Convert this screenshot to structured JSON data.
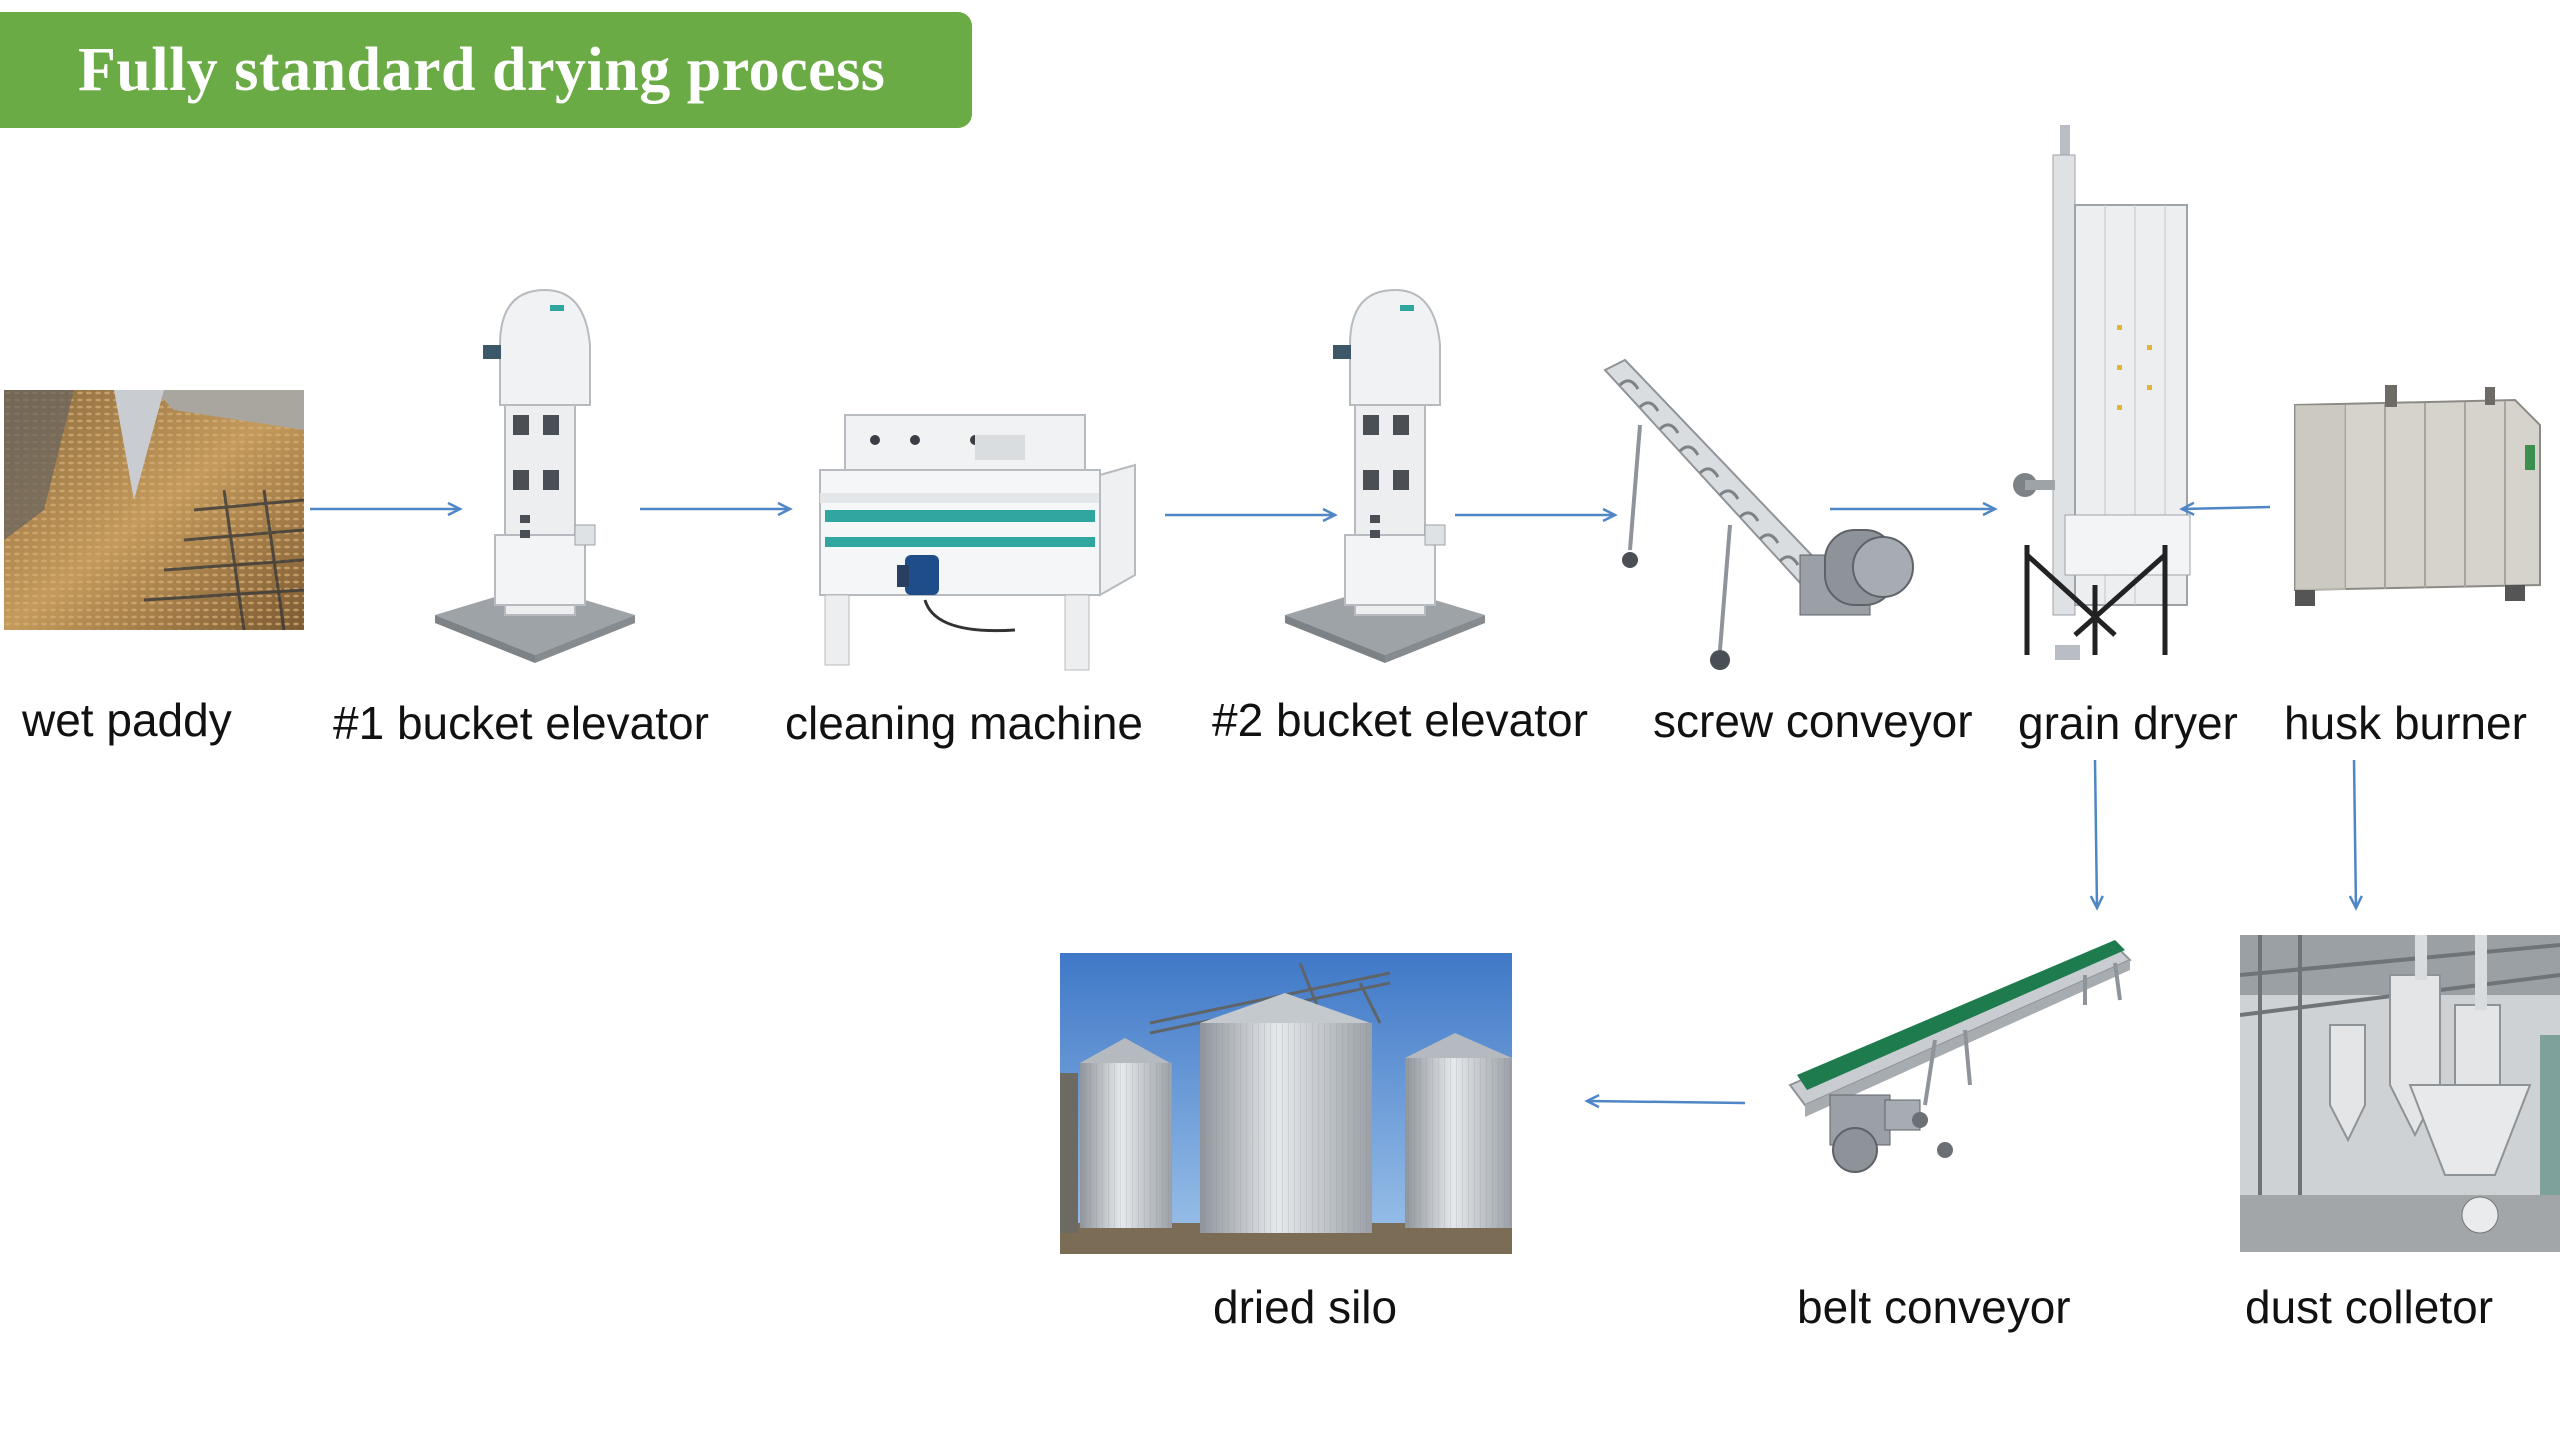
{
  "title": "Fully standard drying process",
  "colors": {
    "banner": "#6aab45",
    "arrow": "#4f86c6",
    "machine_white": "#f1f2f3",
    "machine_teal": "#2fa7a0",
    "steel": "#b9bec4"
  },
  "steps": {
    "wet_paddy": "wet paddy",
    "bucket_elevator_1": "#1 bucket elevator",
    "cleaning_machine": "cleaning machine",
    "bucket_elevator_2": "#2 bucket elevator",
    "screw_conveyor": "screw conveyor",
    "grain_dryer": "grain dryer",
    "husk_burner": "husk burner",
    "dust_collector": "dust colletor",
    "belt_conveyor": "belt conveyor",
    "dried_silo": "dried silo"
  },
  "icons": {
    "wet_paddy": "grain-pile-photo",
    "bucket_elevator": "bucket-elevator-machine",
    "cleaning_machine": "vibrating-cleaner-machine",
    "screw_conveyor": "screw-conveyor-machine",
    "grain_dryer": "tower-grain-dryer",
    "husk_burner": "husk-furnace-box",
    "dust_collector": "cyclone-dust-collector",
    "belt_conveyor": "belt-conveyor-machine",
    "dried_silo": "steel-silos-photo"
  }
}
